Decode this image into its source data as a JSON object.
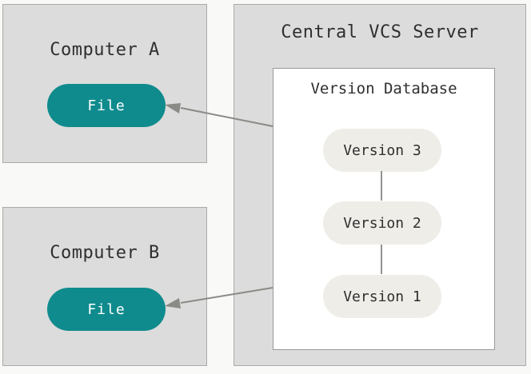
{
  "computer_a": {
    "title": "Computer A",
    "file_label": "File"
  },
  "computer_b": {
    "title": "Computer B",
    "file_label": "File"
  },
  "server": {
    "title": "Central VCS Server",
    "database": {
      "title": "Version Database",
      "versions": [
        "Version 3",
        "Version 2",
        "Version 1"
      ]
    }
  },
  "colors": {
    "box_fill": "#dcdcdc",
    "file_pill": "#0f8b8d",
    "version_pill": "#eeede7",
    "arrow": "#8a8a86",
    "connector": "#6f6f6f"
  }
}
